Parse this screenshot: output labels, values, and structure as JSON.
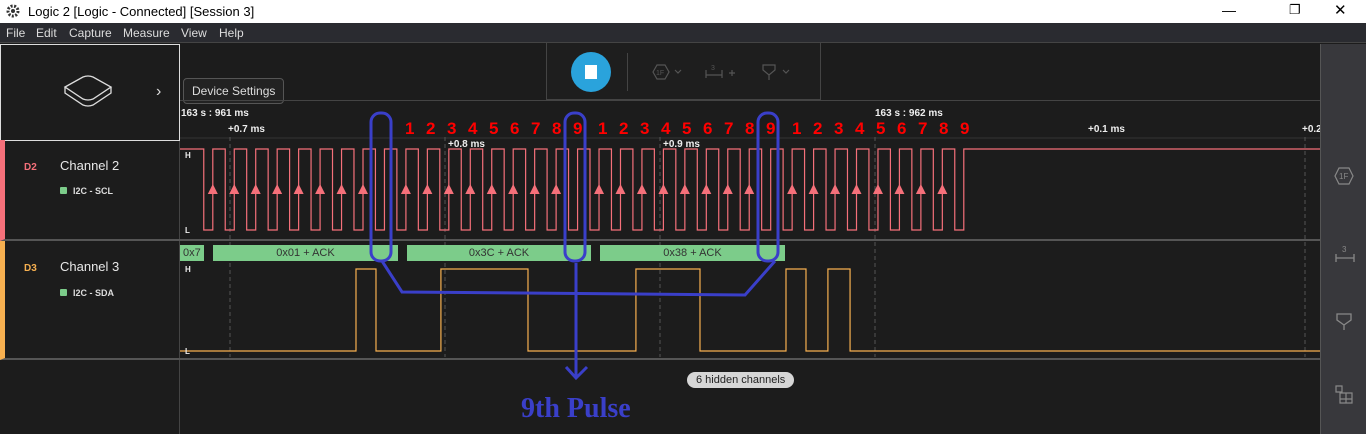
{
  "window": {
    "title": "Logic 2 [Logic - Connected] [Session 3]"
  },
  "menu": [
    "File",
    "Edit",
    "Capture",
    "Measure",
    "View",
    "Help"
  ],
  "device": {
    "tooltip": "Device Settings"
  },
  "channels": [
    {
      "id": "D2",
      "name": "Channel 2",
      "analyzer": "I2C - SCL",
      "color": "#f5707a"
    },
    {
      "id": "D3",
      "name": "Channel 3",
      "analyzer": "I2C - SDA",
      "color": "#f7b050"
    }
  ],
  "timeline": {
    "marker1": "163 s : 961 ms",
    "marker2": "163 s : 962 ms",
    "ticks": [
      "+0.7 ms",
      "+0.8 ms",
      "+0.9 ms",
      "+0.1 ms",
      "+0.2 ms"
    ]
  },
  "decoded": [
    "0x7",
    "0x01 + ACK",
    "0x3C + ACK",
    "0x38 + ACK"
  ],
  "level_labels": {
    "high": "H",
    "low": "L"
  },
  "scl": {
    "first_rise_us": 692,
    "period_us": 9.98,
    "low_us": 4.2,
    "pulses": 36,
    "ack_every": 9
  },
  "sda_edges_us": [
    758.6,
    767.9,
    798.1,
    838.6,
    888.8,
    918.6,
    958.6,
    967.9,
    978.1,
    988.4
  ],
  "annotation": {
    "counts": [
      "1",
      "2",
      "3",
      "4",
      "5",
      "6",
      "7",
      "8",
      "9"
    ],
    "label": "9th Pulse"
  },
  "hidden_channels": "6 hidden channels",
  "icons": [
    "stop-icon",
    "trigger-icon",
    "measure-icon",
    "filter-icon",
    "layout-icon"
  ]
}
